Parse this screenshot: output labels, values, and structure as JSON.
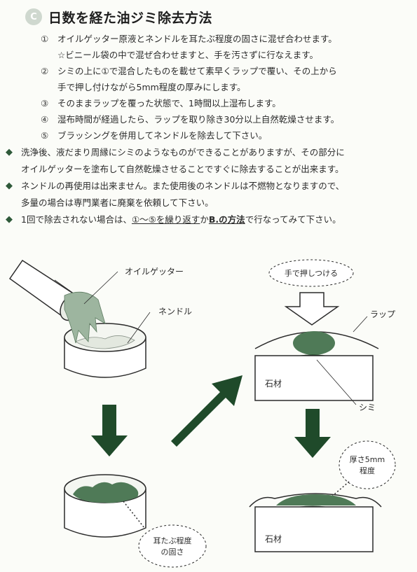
{
  "header": {
    "badge": "C",
    "title": "日数を経た油ジミ除去方法"
  },
  "steps": [
    {
      "num": "①",
      "text": "オイルゲッター原液とネンドルを耳たぶ程度の固さに混ぜ合わせます。"
    },
    {
      "num": "",
      "text": "☆ビニール袋の中で混ぜ合わせますと、手を汚さずに行なえます。"
    },
    {
      "num": "②",
      "text": "シミの上に①で混合したものを載せて素早くラップで覆い、その上から"
    },
    {
      "num": "",
      "text": "手で押し付けながら5mm程度の厚みにします。"
    },
    {
      "num": "③",
      "text": "そのままラップを覆った状態で、1時間以上湿布します。"
    },
    {
      "num": "④",
      "text": "湿布時間が経過したら、ラップを取り除き30分以上自然乾燥させます。"
    },
    {
      "num": "⑤",
      "text": "ブラッシングを併用してネンドルを除去して下さい。"
    }
  ],
  "notes": {
    "n1_line1": "洗浄後、液だまり周縁にシミのようなものができることがありますが、その部分に",
    "n1_line2": "オイルゲッターを塗布して自然乾燥させることですぐに除去することが出来ます。",
    "n2_line1": "ネンドルの再使用は出来ません。また使用後のネンドルは不燃物となりますので、",
    "n2_line2": "多量の場合は専門業者に廃棄を依頼して下さい。",
    "n3_pre": "1回で除去されない場合は、",
    "n3_link1": "①〜⑤を繰り返す",
    "n3_mid": "か",
    "n3_link2": "B.の方法",
    "n3_post": "で行なってみて下さい。"
  },
  "diagram": {
    "label_oil_getter": "オイルゲッター",
    "label_nendoru": "ネンドル",
    "label_press": "手で押しつける",
    "label_wrap": "ラップ",
    "label_stone_top": "石材",
    "label_stain": "シミ",
    "label_thickness_1": "厚さ5mm",
    "label_thickness_2": "程度",
    "label_earlobe_1": "耳たぶ程度",
    "label_earlobe_2": "の固さ",
    "label_stone_bottom": "石材"
  },
  "colors": {
    "paste_green": "#4f7a57",
    "liquid_green": "#9db59f",
    "arrow_dark": "#1f4a2a",
    "stain_dark": "#1c3a22",
    "badge_bg": "#cfd8cf"
  }
}
